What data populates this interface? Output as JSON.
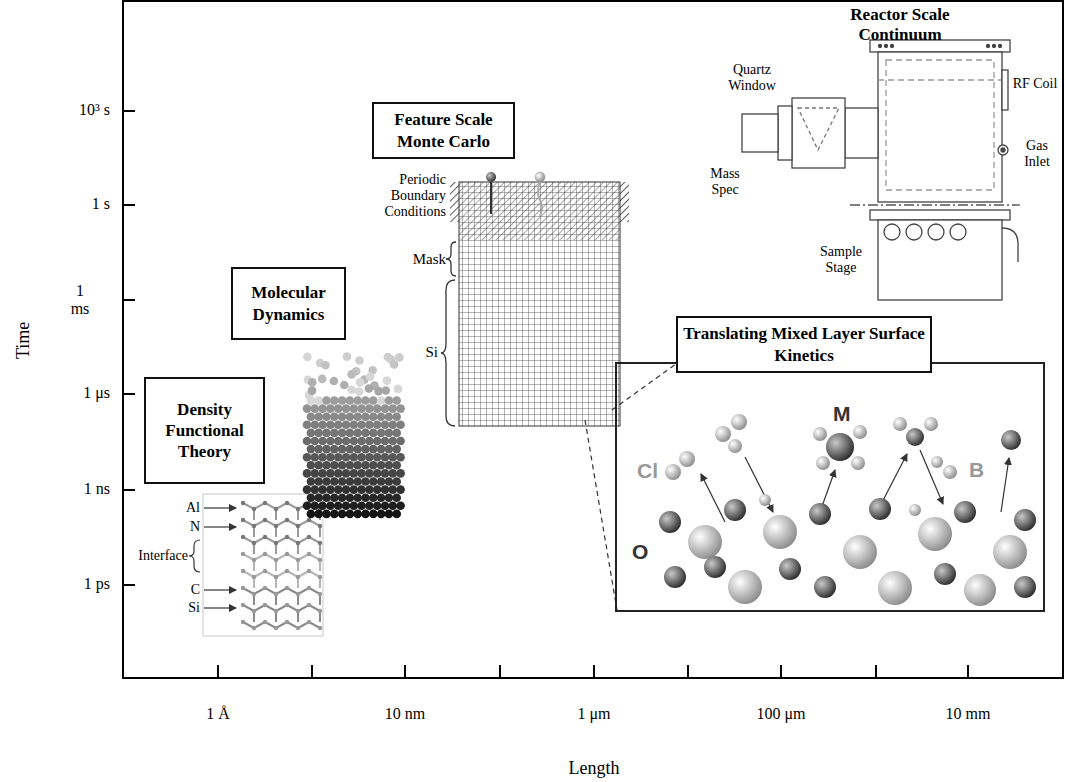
{
  "diagram": {
    "nodes": [
      {
        "text": [
          "Density Functional Theory"
        ]
      },
      {
        "text": [
          "Molecular Dynamics"
        ]
      },
      {
        "text": [
          "Feature Scale Monte Carlo"
        ]
      },
      {
        "text": [
          "Translating Mixed Layer Surface Kinetics"
        ]
      },
      {
        "text": [
          "Cl",
          "M",
          "B",
          "O"
        ]
      }
    ],
    "labels": [
      "Time",
      "10³ s",
      "1 s",
      "1 ms",
      "1 μs",
      "1 ns",
      "1 ps",
      "1 Å",
      "10 nm",
      "1 μm",
      "100 μm",
      "10 mm",
      "Length",
      "Al",
      "N",
      "Interface",
      "C",
      "Si",
      "Periodic Boundary Conditions",
      "Mask",
      "Si",
      "Reactor Scale Continuum",
      "Quartz Window",
      "RF Coil",
      "Gas Inlet",
      "Mass Spec",
      "Sample Stage"
    ]
  }
}
